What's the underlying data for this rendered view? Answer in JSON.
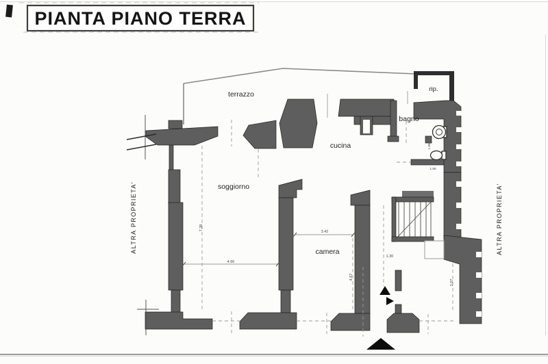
{
  "title": "PIANTA PIANO TERRA",
  "side_labels": {
    "left": "ALTRA PROPRIETA'",
    "right": "ALTRA PROPRIETA'"
  },
  "rooms": {
    "terrazzo": "terrazzo",
    "cucina": "cucina",
    "bagno": "bagno",
    "rip": "rip.",
    "soggiorno": "soggiorno",
    "camera": "camera"
  },
  "dimensions": {
    "soggiorno_depth": "7.38",
    "soggiorno_width": "4.66",
    "camera_width": "3.42",
    "camera_depth": "4.67",
    "corridor_width": "1.30",
    "entry_depth": "2.07",
    "bagno_depth": "1.95",
    "bagno_width": "1.55"
  },
  "colors": {
    "wall": "#5e5e5e",
    "wall-dark": "#2e2e2e",
    "line": "#8a8a8a",
    "paper": "#fcfcfa"
  }
}
